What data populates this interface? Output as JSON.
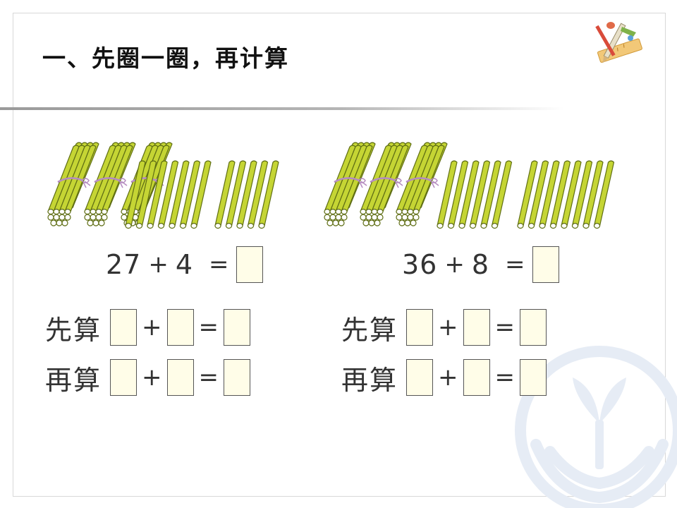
{
  "title": "一、先圈一圈，再计算",
  "problems": [
    {
      "bundles": 3,
      "loose_groups": [
        7,
        5
      ],
      "equation": {
        "a": "27",
        "op": "+",
        "b": "4",
        "eq": "="
      },
      "first_row": {
        "label": "先算",
        "plus": "+",
        "eq": "="
      },
      "second_row": {
        "label": "再算",
        "plus": "+",
        "eq": "="
      }
    },
    {
      "bundles": 3,
      "loose_groups": [
        6,
        8
      ],
      "equation": {
        "a": "36",
        "op": "+",
        "b": "8",
        "eq": "="
      },
      "first_row": {
        "label": "先算",
        "plus": "+",
        "eq": "="
      },
      "second_row": {
        "label": "再算",
        "plus": "+",
        "eq": "="
      }
    }
  ],
  "colors": {
    "stick_fill": "#c5d534",
    "stick_stroke": "#5f6e14",
    "string": "#b58cc0",
    "answer_box": "#fffde8"
  },
  "icons": {
    "logo": "paintbrush-pencil-ruler-icon",
    "watermark": "hands-sprout-emblem-icon"
  }
}
